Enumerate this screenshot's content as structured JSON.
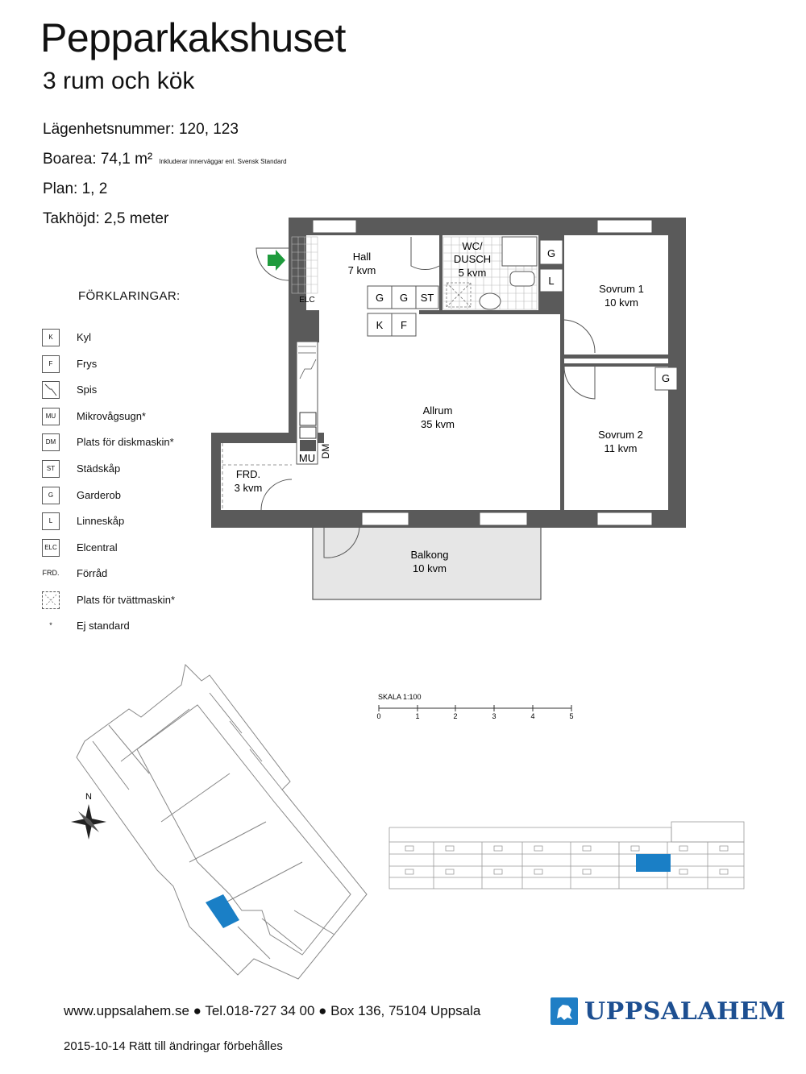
{
  "header": {
    "title": "Pepparkakshuset",
    "subtitle": "3 rum och kök"
  },
  "info": {
    "apartment": "Lägenhetsnummer: 120, 123",
    "area": "Boarea: 74,1 m²",
    "area_note": "Inkluderar innerväggar enl. Svensk Standard",
    "floor": "Plan: 1, 2",
    "ceiling": "Takhöjd: 2,5 meter"
  },
  "legend": {
    "title": "FÖRKLARINGAR:",
    "items": [
      {
        "code": "K",
        "label": "Kyl"
      },
      {
        "code": "F",
        "label": "Frys"
      },
      {
        "code": "",
        "label": "Spis"
      },
      {
        "code": "MU",
        "label": "Mikrovågsugn*"
      },
      {
        "code": "DM",
        "label": "Plats för diskmaskin*"
      },
      {
        "code": "ST",
        "label": "Städskåp"
      },
      {
        "code": "G",
        "label": "Garderob"
      },
      {
        "code": "L",
        "label": "Linneskåp"
      },
      {
        "code": "ELC",
        "label": "Elcentral"
      },
      {
        "code": "FRD.",
        "label": "Förråd"
      },
      {
        "code": "",
        "label": "Plats för tvättmaskin*"
      },
      {
        "code": "*",
        "label": "Ej standard"
      }
    ]
  },
  "rooms": {
    "hall": {
      "name": "Hall",
      "area": "7 kvm"
    },
    "wc_line1": "WC/",
    "wc_line2": "DUSCH",
    "wc_area": "5 kvm",
    "sovrum1": {
      "name": "Sovrum 1",
      "area": "10 kvm"
    },
    "sovrum2": {
      "name": "Sovrum 2",
      "area": "11 kvm"
    },
    "allrum": {
      "name": "Allrum",
      "area": "35 kvm"
    },
    "frd": {
      "name": "FRD.",
      "area": "3 kvm"
    },
    "balkong": {
      "name": "Balkong",
      "area": "10 kvm"
    }
  },
  "plan_labels": {
    "elc": "ELC",
    "mu": "MU",
    "dm": "DM",
    "g": "G",
    "l": "L",
    "k": "K",
    "f": "F",
    "st": "ST"
  },
  "scale": {
    "label": "SKALA 1:100",
    "ticks": [
      "0",
      "1",
      "2",
      "3",
      "4",
      "5"
    ]
  },
  "compass": {
    "north": "N"
  },
  "footer": {
    "contact": "www.uppsalahem.se ● Tel.018-727 34 00 ● Box 136, 75104 Uppsala",
    "date": "2015-10-14 Rätt till ändringar förbehålles",
    "logo": "UPPSALAHEM"
  },
  "colors": {
    "wall": "#5a5a5a",
    "highlight": "#1a7fc6",
    "balcony": "#e6e6e6",
    "door_arrow": "#1e9b3c"
  }
}
